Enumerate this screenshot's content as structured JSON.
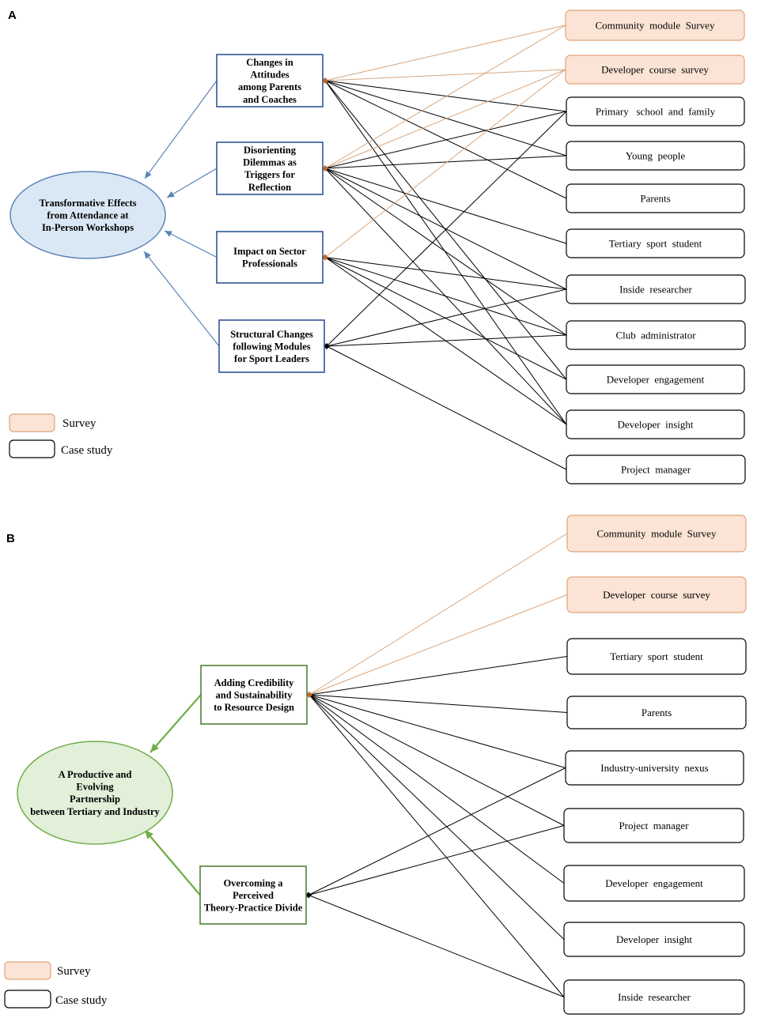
{
  "colors": {
    "survey_fill": "#fbe4d5",
    "survey_stroke": "#e0a37c",
    "survey_line": "#d9a77e",
    "case_line": "#000000",
    "a_ellipse_fill": "#dae8f5",
    "a_ellipse_stroke": "#5b84b8",
    "a_box_stroke": "#2f5597",
    "a_arrow": "#5b84b8",
    "b_ellipse_fill": "#e2efd9",
    "b_ellipse_stroke": "#70ad47",
    "b_box_stroke": "#538135",
    "b_arrow": "#70ad47"
  },
  "legend_a": {
    "survey": "Survey",
    "case_study": "Case study"
  },
  "legend_b": {
    "survey": "Survey",
    "case_study": "Case study"
  },
  "panel_a": {
    "letter": "A",
    "core": "Transformative Effects from Attendance at In-Person Workshops",
    "themes": [
      {
        "id": "t1",
        "label": "Changes in Attitudes among Parents and Coaches"
      },
      {
        "id": "t2",
        "label": "Disorienting Dilemmas as Triggers for Reflection"
      },
      {
        "id": "t3",
        "label": "Impact on Sector Professionals"
      },
      {
        "id": "t4",
        "label": "Structural Changes following Modules for Sport Leaders"
      }
    ],
    "sources": [
      {
        "id": "s1",
        "label": "Community  module  Survey",
        "type": "survey"
      },
      {
        "id": "s2",
        "label": "Developer  course  survey",
        "type": "survey"
      },
      {
        "id": "s3",
        "label": "Primary   school  and  family",
        "type": "case"
      },
      {
        "id": "s4",
        "label": "Young  people",
        "type": "case"
      },
      {
        "id": "s5",
        "label": "Parents",
        "type": "case"
      },
      {
        "id": "s6",
        "label": "Tertiary  sport  student",
        "type": "case"
      },
      {
        "id": "s7",
        "label": "Inside  researcher",
        "type": "case"
      },
      {
        "id": "s8",
        "label": "Club  administrator",
        "type": "case"
      },
      {
        "id": "s9",
        "label": "Developer  engagement",
        "type": "case"
      },
      {
        "id": "s10",
        "label": "Developer  insight",
        "type": "case"
      },
      {
        "id": "s11",
        "label": "Project  manager",
        "type": "case"
      }
    ],
    "links": [
      [
        "t1",
        "s1"
      ],
      [
        "t1",
        "s2"
      ],
      [
        "t1",
        "s3"
      ],
      [
        "t1",
        "s4"
      ],
      [
        "t1",
        "s5"
      ],
      [
        "t1",
        "s9"
      ],
      [
        "t1",
        "s10"
      ],
      [
        "t2",
        "s1"
      ],
      [
        "t2",
        "s2"
      ],
      [
        "t2",
        "s3"
      ],
      [
        "t2",
        "s4"
      ],
      [
        "t2",
        "s6"
      ],
      [
        "t2",
        "s7"
      ],
      [
        "t2",
        "s8"
      ],
      [
        "t2",
        "s10"
      ],
      [
        "t3",
        "s2"
      ],
      [
        "t3",
        "s7"
      ],
      [
        "t3",
        "s8"
      ],
      [
        "t3",
        "s9"
      ],
      [
        "t3",
        "s10"
      ],
      [
        "t4",
        "s3"
      ],
      [
        "t4",
        "s7"
      ],
      [
        "t4",
        "s8"
      ],
      [
        "t4",
        "s11"
      ]
    ]
  },
  "panel_b": {
    "letter": "B",
    "core": "A Productive and Evolving Partnership between Tertiary and Industry",
    "themes": [
      {
        "id": "b1",
        "label": "Adding Credibility and Sustainability to Resource Design"
      },
      {
        "id": "b2",
        "label": "Overcoming a Perceived Theory-Practice Divide"
      }
    ],
    "sources": [
      {
        "id": "r1",
        "label": "Community  module  Survey",
        "type": "survey"
      },
      {
        "id": "r2",
        "label": "Developer  course  survey",
        "type": "survey"
      },
      {
        "id": "r3",
        "label": "Tertiary  sport  student",
        "type": "case"
      },
      {
        "id": "r4",
        "label": "Parents",
        "type": "case"
      },
      {
        "id": "r5",
        "label": "Industry-university  nexus",
        "type": "case"
      },
      {
        "id": "r6",
        "label": "Project  manager",
        "type": "case"
      },
      {
        "id": "r7",
        "label": "Developer  engagement",
        "type": "case"
      },
      {
        "id": "r8",
        "label": "Developer  insight",
        "type": "case"
      },
      {
        "id": "r9",
        "label": "Inside  researcher",
        "type": "case"
      }
    ],
    "links": [
      [
        "b1",
        "r1"
      ],
      [
        "b1",
        "r2"
      ],
      [
        "b1",
        "r3"
      ],
      [
        "b1",
        "r4"
      ],
      [
        "b1",
        "r5"
      ],
      [
        "b1",
        "r6"
      ],
      [
        "b1",
        "r7"
      ],
      [
        "b1",
        "r8"
      ],
      [
        "b1",
        "r9"
      ],
      [
        "b2",
        "r5"
      ],
      [
        "b2",
        "r6"
      ],
      [
        "b2",
        "r9"
      ]
    ]
  }
}
